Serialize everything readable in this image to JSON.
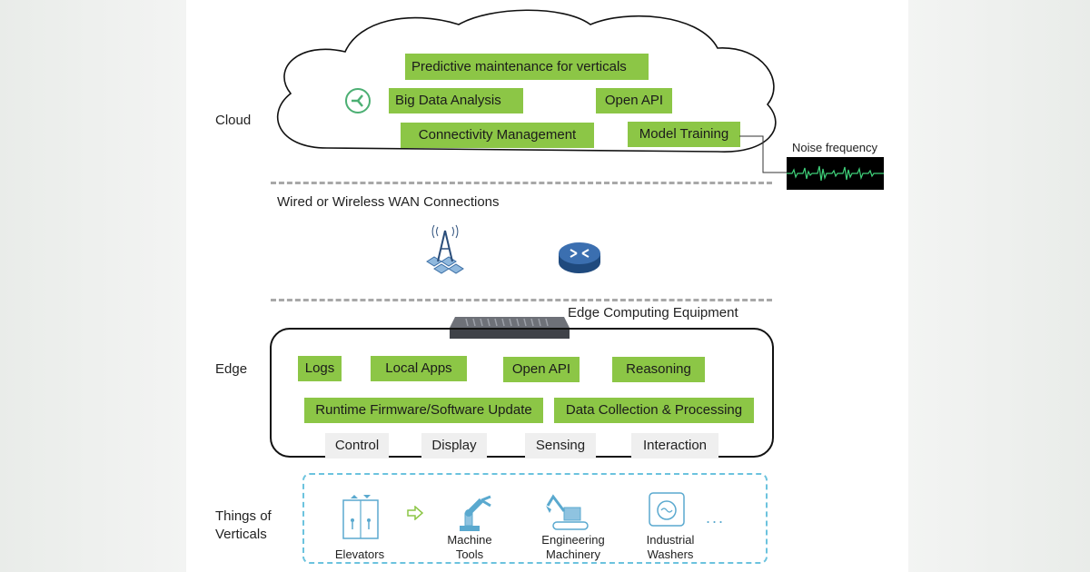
{
  "layers": {
    "cloud": "Cloud",
    "edge": "Edge",
    "things": "Things of Verticals"
  },
  "cloud": {
    "items": {
      "predictive": "Predictive maintenance for verticals",
      "big_data": "Big Data Analysis",
      "open_api": "Open API",
      "connectivity": "Connectivity Management",
      "model_training": "Model Training"
    },
    "noise_label": "Noise frequency"
  },
  "wan": {
    "title": "Wired or Wireless WAN Connections",
    "icons": [
      "cell-tower-icon",
      "router-icon"
    ]
  },
  "edge": {
    "equipment_label": "Edge Computing Equipment",
    "functions": {
      "logs": "Logs",
      "local_apps": "Local Apps",
      "open_api": "Open API",
      "reasoning": "Reasoning",
      "runtime": "Runtime Firmware/Software Update",
      "data_collection": "Data Collection & Processing"
    },
    "base": {
      "control": "Control",
      "display": "Display",
      "sensing": "Sensing",
      "interaction": "Interaction"
    }
  },
  "things": {
    "elevators": "Elevators",
    "machine_tools": "Machine Tools",
    "engineering": "Engineering Machinery",
    "washers": "Industrial Washers",
    "more": "..."
  },
  "colors": {
    "green": "#8cc646",
    "dashed_blue": "#6cc3de",
    "icon_blue": "#5aa9cf"
  }
}
